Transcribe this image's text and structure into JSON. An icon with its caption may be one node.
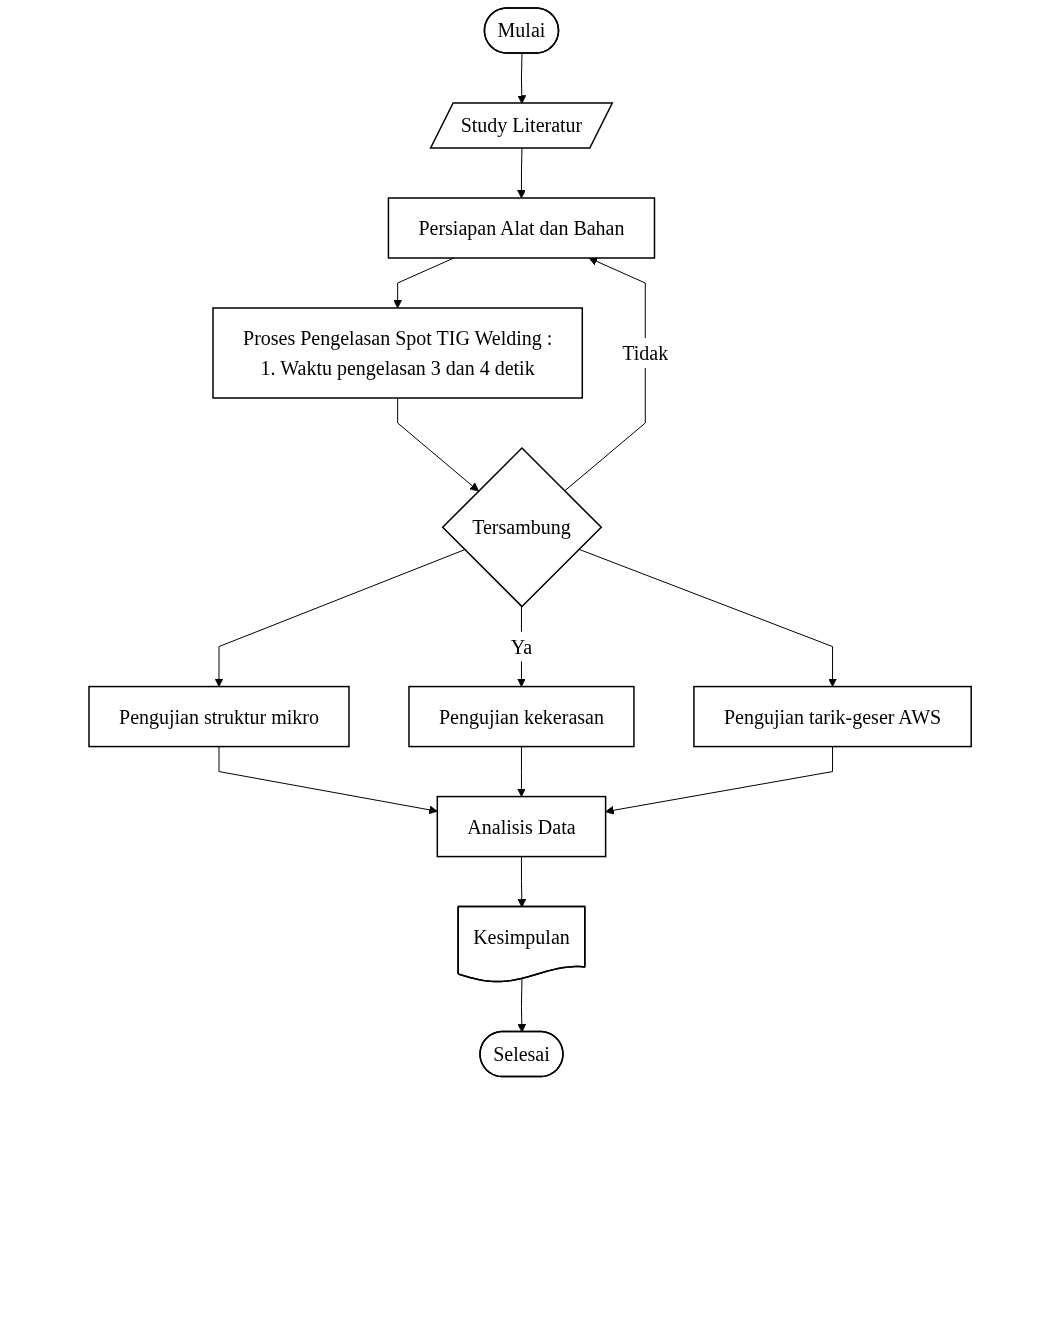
{
  "diagram": {
    "nodes": [
      {
        "text": [
          "Mulai"
        ]
      },
      {
        "text": [
          "Study Literatur"
        ]
      },
      {
        "text": [
          "Persiapan Alat dan Bahan"
        ]
      },
      {
        "text": [
          "Proses Pengelasan Spot TIG Welding :",
          "1. Waktu pengelasan 3 dan 4 detik"
        ]
      },
      {
        "text": [
          "Tersambung"
        ]
      },
      {
        "text": [
          "Pengujian struktur mikro"
        ]
      },
      {
        "text": [
          "Pengujian kekerasan"
        ]
      },
      {
        "text": [
          "Pengujian tarik-geser AWS"
        ]
      },
      {
        "text": [
          "Analisis Data"
        ]
      },
      {
        "text": [
          "Kesimpulan"
        ]
      },
      {
        "text": [
          "Selesai"
        ]
      }
    ],
    "edges": [
      {
        "from": 0,
        "to": 1,
        "arrow": "to"
      },
      {
        "from": 1,
        "to": 2,
        "arrow": "to"
      },
      {
        "from": 2,
        "to": 3,
        "arrow": "to"
      },
      {
        "from": 3,
        "to": 4,
        "arrow": "to"
      },
      {
        "from": 4,
        "to": 2,
        "arrow": "to",
        "label": "Tidak"
      },
      {
        "from": 4,
        "to": 5,
        "arrow": "to"
      },
      {
        "from": 4,
        "to": 6,
        "arrow": "to",
        "label": "Ya"
      },
      {
        "from": 4,
        "to": 7,
        "arrow": "to"
      },
      {
        "from": 5,
        "to": 8,
        "arrow": "to"
      },
      {
        "from": 6,
        "to": 8,
        "arrow": "to"
      },
      {
        "from": 7,
        "to": 8,
        "arrow": "to"
      },
      {
        "from": 8,
        "to": 9,
        "arrow": "to"
      },
      {
        "from": 9,
        "to": 10,
        "arrow": "to"
      }
    ]
  }
}
